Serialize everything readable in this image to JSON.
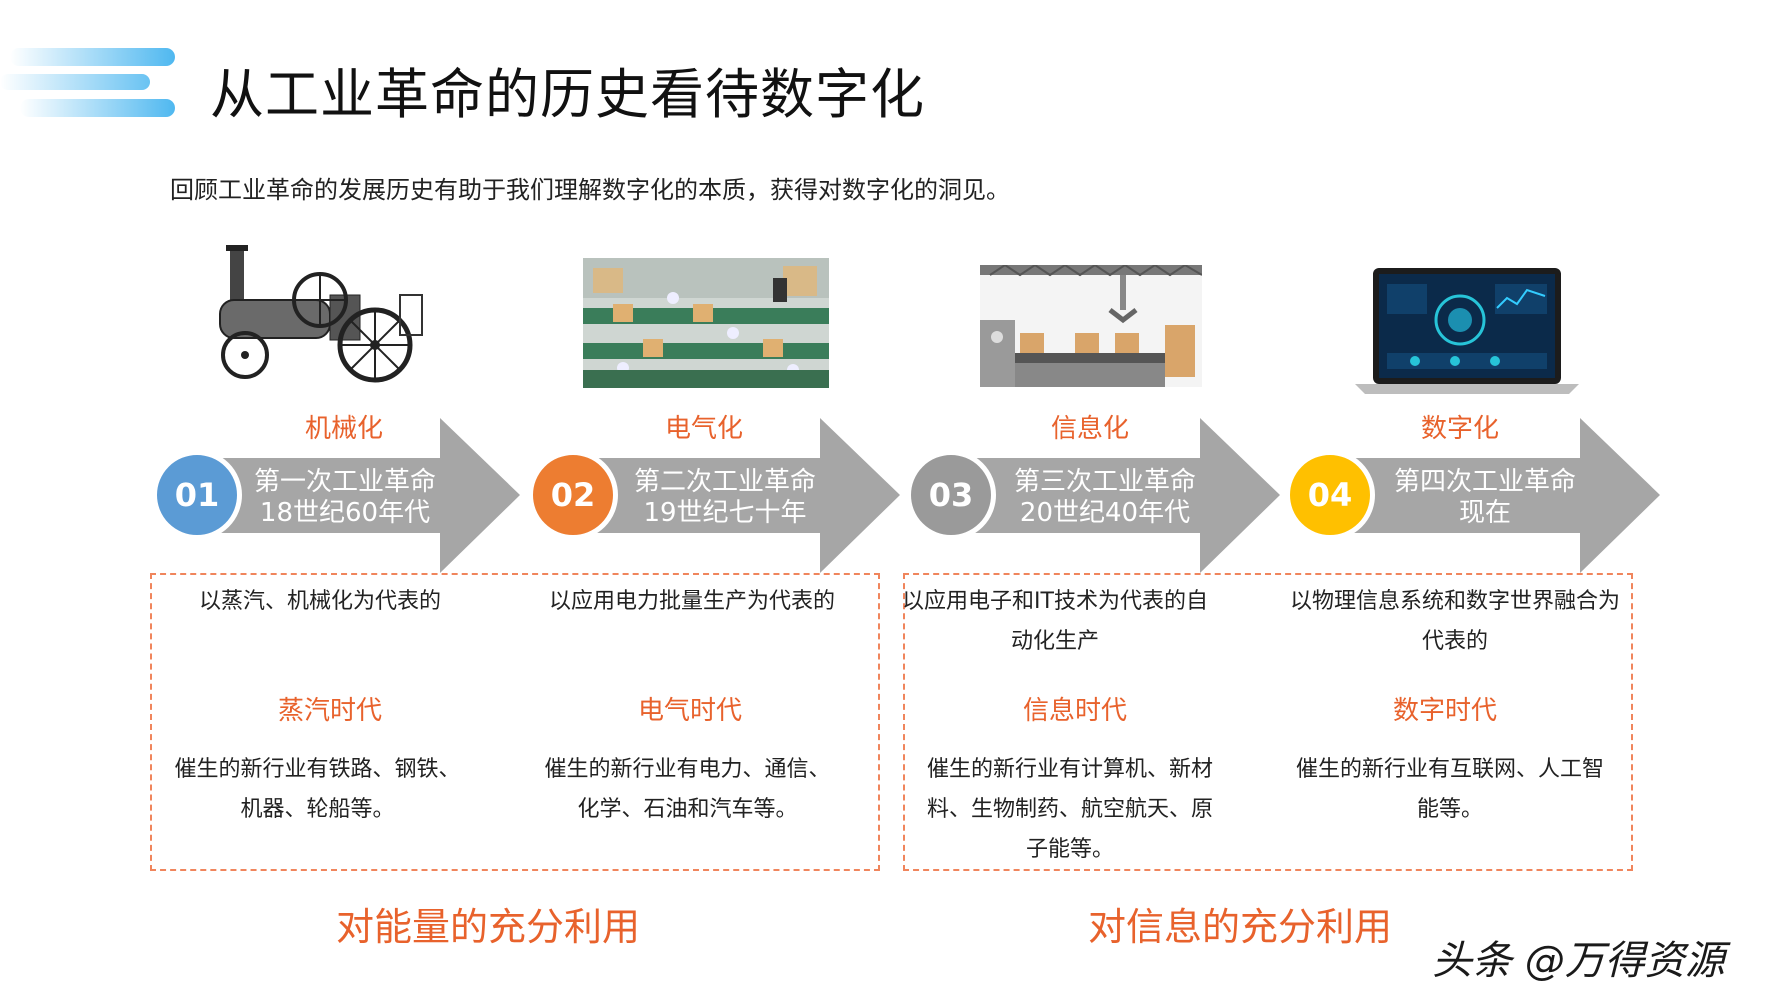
{
  "title": "从工业革命的历史看待数字化",
  "subtitle": "回顾工业革命的发展历史有助于我们理解数字化的本质，获得对数字化的洞见。",
  "colors": {
    "accent_orange": "#e8622c",
    "dash_border": "#f0855c",
    "arrow_gray": "#a6a6a6",
    "circle_blue": "#5b9bd5",
    "circle_orange": "#ed7d31",
    "circle_gray": "#9a9a9a",
    "circle_yellow": "#ffc000",
    "deco_blue": "#4fb8f0"
  },
  "stages": [
    {
      "number": "01",
      "name": "机械化",
      "revolution": "第一次工业革命",
      "period": "18世纪60年代",
      "description": "以蒸汽、机械化为代表的",
      "era": "蒸汽时代",
      "industries": "催生的新行业有铁路、钢铁、机器、轮船等。",
      "image": "steam-engine-illustration"
    },
    {
      "number": "02",
      "name": "电气化",
      "revolution": "第二次工业革命",
      "period": "19世纪七十年",
      "description": "以应用电力批量生产为代表的",
      "era": "电气时代",
      "industries": "催生的新行业有电力、通信、化学、石油和汽车等。",
      "image": "factory-assembly-line-illustration"
    },
    {
      "number": "03",
      "name": "信息化",
      "revolution": "第三次工业革命",
      "period": "20世纪40年代",
      "description": "以应用电子和IT技术为代表的自动化生产",
      "era": "信息时代",
      "industries": "催生的新行业有计算机、新材料、生物制药、航空航天、原子能等。",
      "image": "robotic-arm-conveyor-illustration"
    },
    {
      "number": "04",
      "name": "数字化",
      "revolution": "第四次工业革命",
      "period": "现在",
      "description": "以物理信息系统和数字世界融合为代表的",
      "era": "数字时代",
      "industries": "催生的新行业有互联网、人工智能等。",
      "image": "laptop-dashboard-illustration"
    }
  ],
  "groups": [
    {
      "label": "对能量的充分利用"
    },
    {
      "label": "对信息的充分利用"
    }
  ],
  "watermark": "头条 @万得资源"
}
